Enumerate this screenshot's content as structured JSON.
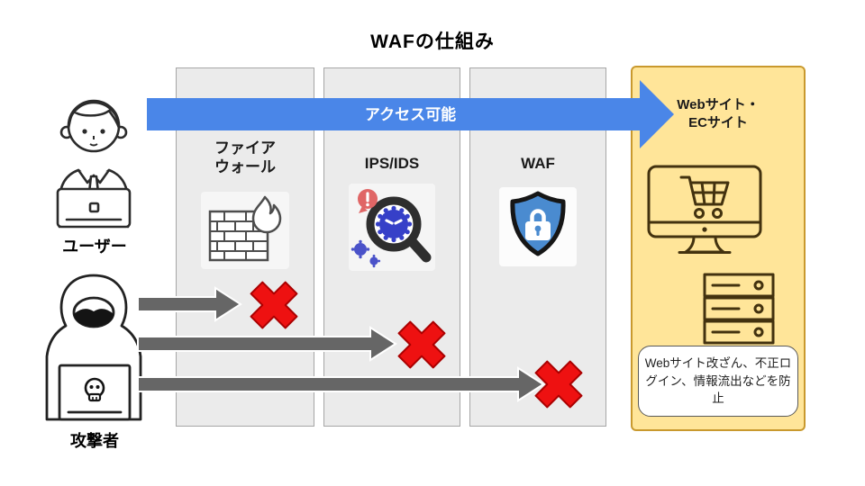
{
  "title": "WAFの仕組み",
  "access_arrow": {
    "label": "アクセス可能"
  },
  "defense_columns": [
    {
      "label": "ファイア\nウォール",
      "icon": "firewall-icon"
    },
    {
      "label": "IPS/IDS",
      "icon": "ips-ids-scan-icon"
    },
    {
      "label": "WAF",
      "icon": "shield-lock-icon"
    }
  ],
  "destination": {
    "label": "Webサイト・\nECサイト",
    "icons": [
      "monitor-cart-icon",
      "server-icon"
    ],
    "note": "Webサイト改ざん、不正ログイン、情報流出などを防止"
  },
  "actors": {
    "user": {
      "label": "ユーザー"
    },
    "attacker": {
      "label": "攻撃者"
    }
  },
  "blocked_points": [
    "firewall",
    "ips-ids",
    "waf"
  ],
  "colors": {
    "column_fill": "#ebebeb",
    "column_border": "#a6a6a6",
    "destination_fill": "#ffe599",
    "destination_border": "#c9992e",
    "access_arrow_blue": "#4a86e8",
    "attack_arrow_gray": "#666666",
    "block_x_red": "#ee1111",
    "shield_blue": "#4a8bd0",
    "virus_blue": "#3640c8",
    "alert_red": "#e06666"
  }
}
